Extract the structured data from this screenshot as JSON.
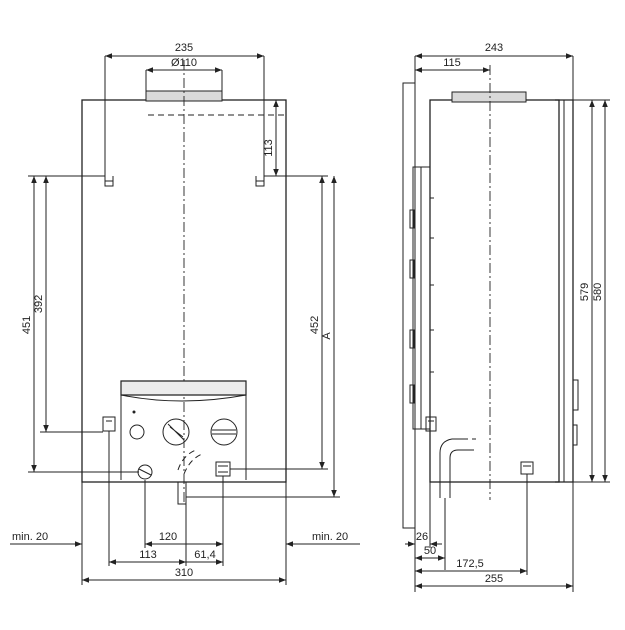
{
  "front_view": {
    "labels": {
      "width_top": "235",
      "flue_diameter": "Ø110",
      "top_offset": "113",
      "height_left_outer": "451",
      "height_left_inner": "392",
      "height_right": "452",
      "height_right_var": "A",
      "clearance_left": "min. 20",
      "clearance_right": "min. 20",
      "dim_120": "120",
      "dim_113_bottom": "113",
      "dim_61_4": "61,4",
      "total_width": "310"
    }
  },
  "side_view": {
    "labels": {
      "depth_total_top": "243",
      "flue_offset": "115",
      "height_579": "579",
      "height_580": "580",
      "dim_26": "26",
      "dim_50": "50",
      "dim_172_5": "172,5",
      "depth_total": "255"
    }
  }
}
